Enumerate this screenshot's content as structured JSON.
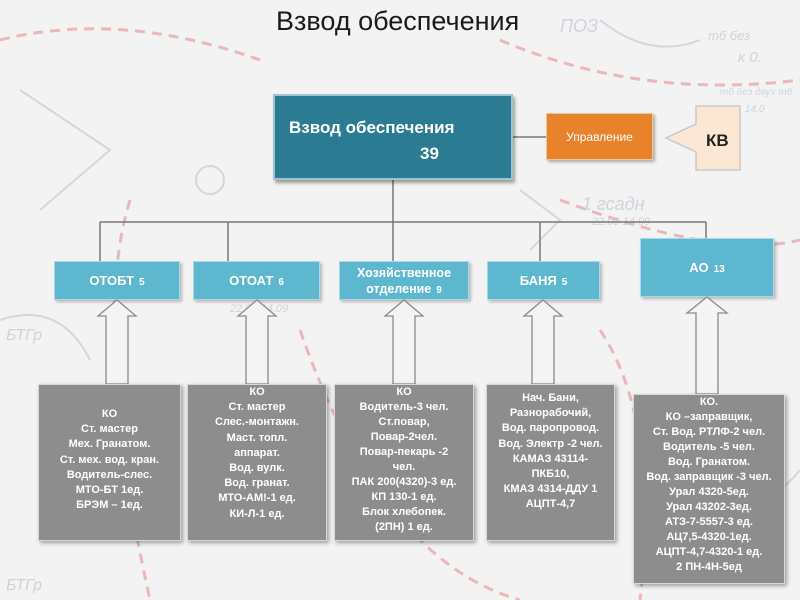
{
  "title": "Взвод обеспечения",
  "main_box": {
    "label": "Взвод обеспечения",
    "count": "39"
  },
  "control_box": {
    "label": "Управление"
  },
  "kv_box": {
    "label": "КВ"
  },
  "departments": [
    {
      "label": "ОТОБТ",
      "count": "5"
    },
    {
      "label": "ОТОАТ",
      "count": "6"
    },
    {
      "label_line1": "Хозяйственное",
      "label_line2": "отделение",
      "count": "9"
    },
    {
      "label": "БАНЯ",
      "count": "5"
    },
    {
      "label": "АО",
      "count": "13"
    }
  ],
  "cards": [
    {
      "lines": [
        "КО",
        "Ст. мастер",
        "Мех. Гранатом.",
        "Ст. мех. вод. кран.",
        "Водитель-слес.",
        "МТО-БТ 1ед.",
        "БРЭМ – 1ед."
      ]
    },
    {
      "lines": [
        "КО",
        "Ст. мастер",
        "Слес.-монтажн.",
        "Маст. топл.",
        "аппарат.",
        "Вод. вулк.",
        "Вод. гранат.",
        "МТО-АМ!-1 ед.",
        "КИ-Л-1 ед."
      ]
    },
    {
      "lines": [
        "КО",
        "Водитель-3 чел.",
        "Ст.повар,",
        "Повар-2чел.",
        "Повар-пекарь -2",
        "чел.",
        "ПАК 200(4320)-3 ед.",
        "КП 130-1 ед.",
        "Блок хлебопек.",
        "(2ПН) 1 ед."
      ]
    },
    {
      "lines": [
        "Нач. Бани,",
        "Разнорабочий,",
        "Вод. паропровод.",
        "Вод. Электр -2 чел.",
        "КАМАЗ 43114-",
        "ПКБ10,",
        "КМАЗ 4314-ДДУ 1",
        "АЦПТ-4,7"
      ]
    },
    {
      "lines": [
        "КО.",
        "КО –заправщик,",
        "Ст.  Вод. РТЛФ-2 чел.",
        "Водитель -5 чел.",
        "Вод. Гранатом.",
        "Вод. заправщик -3 чел.",
        "Урал 4320-5ед.",
        "Урал 43202-3ед.",
        "АТЗ-7-5557-3 ед.",
        "АЦ7,5-4320-1ед.",
        "АЦПТ-4,7-4320-1 ед.",
        "2 ПН-4Н-5ед"
      ]
    }
  ],
  "colors": {
    "main_box": "#2b7c93",
    "control_box": "#e8832b",
    "department_box": "#5cb7cf",
    "card": "#8d8d8d"
  }
}
